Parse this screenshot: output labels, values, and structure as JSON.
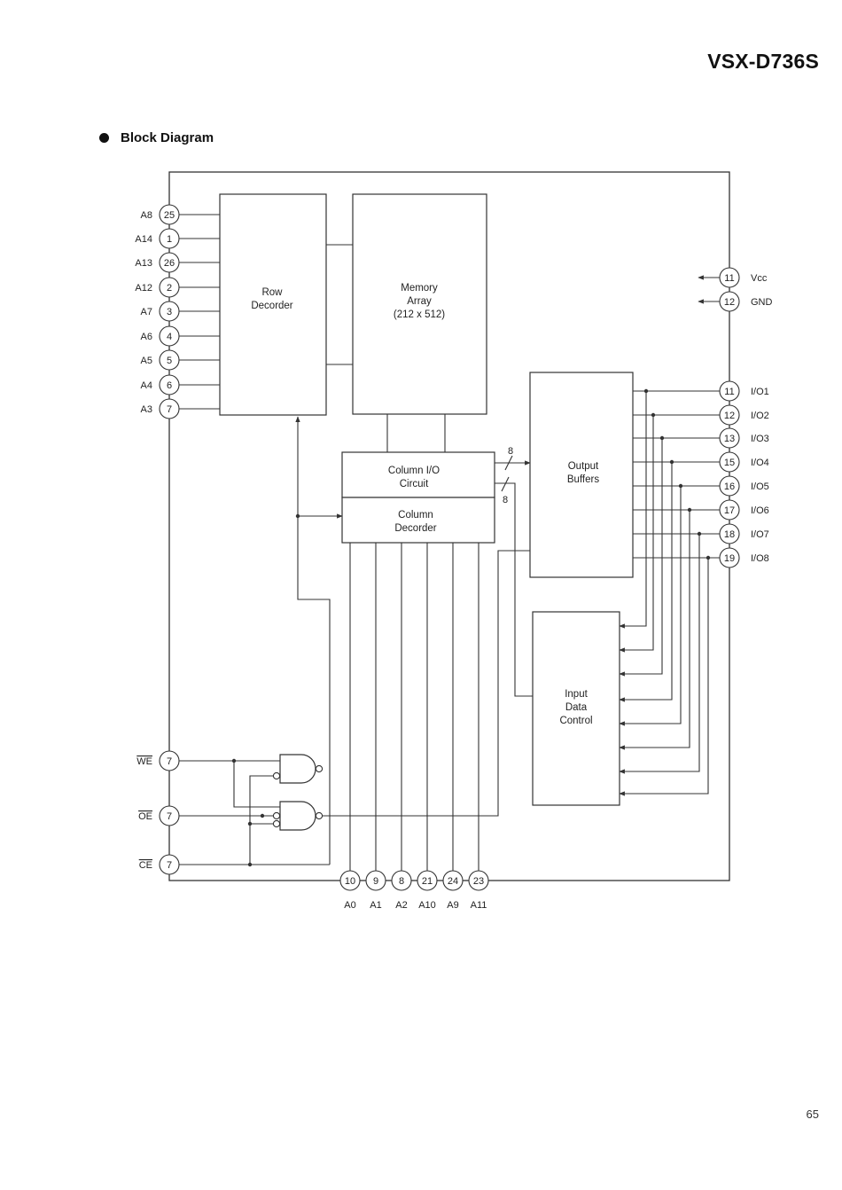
{
  "header": {
    "model": "VSX-D736S"
  },
  "section_title": "Block Diagram",
  "page_number": "65",
  "blocks": {
    "row_decoder": [
      "Row",
      "Decorder"
    ],
    "memory_array": [
      "Memory",
      "Array",
      "(212 x 512)"
    ],
    "column_io": [
      "Column I/O",
      "Circuit"
    ],
    "column_decoder": [
      "Column",
      "Decorder"
    ],
    "output_buffers": [
      "Output",
      "Buffers"
    ],
    "input_data_control": [
      "Input",
      "Data",
      "Control"
    ]
  },
  "bus_widths": [
    "8",
    "8"
  ],
  "address_pins_left": [
    {
      "name": "A8",
      "pin": "25"
    },
    {
      "name": "A14",
      "pin": "1"
    },
    {
      "name": "A13",
      "pin": "26"
    },
    {
      "name": "A12",
      "pin": "2"
    },
    {
      "name": "A7",
      "pin": "3"
    },
    {
      "name": "A6",
      "pin": "4"
    },
    {
      "name": "A5",
      "pin": "5"
    },
    {
      "name": "A4",
      "pin": "6"
    },
    {
      "name": "A3",
      "pin": "7"
    }
  ],
  "control_pins": [
    {
      "name": "WE",
      "pin": "7",
      "overbar": true
    },
    {
      "name": "OE",
      "pin": "7",
      "overbar": true
    },
    {
      "name": "CE",
      "pin": "7",
      "overbar": true
    }
  ],
  "power_pins": [
    {
      "name": "Vcc",
      "pin": "11"
    },
    {
      "name": "GND",
      "pin": "12"
    }
  ],
  "io_pins": [
    {
      "name": "I/O1",
      "pin": "11"
    },
    {
      "name": "I/O2",
      "pin": "12"
    },
    {
      "name": "I/O3",
      "pin": "13"
    },
    {
      "name": "I/O4",
      "pin": "15"
    },
    {
      "name": "I/O5",
      "pin": "16"
    },
    {
      "name": "I/O6",
      "pin": "17"
    },
    {
      "name": "I/O7",
      "pin": "18"
    },
    {
      "name": "I/O8",
      "pin": "19"
    }
  ],
  "address_pins_bottom": [
    {
      "name": "A0",
      "pin": "10"
    },
    {
      "name": "A1",
      "pin": "9"
    },
    {
      "name": "A2",
      "pin": "8"
    },
    {
      "name": "A10",
      "pin": "21"
    },
    {
      "name": "A9",
      "pin": "24"
    },
    {
      "name": "A11",
      "pin": "23"
    }
  ],
  "colors": {
    "line": "#333333",
    "text": "#222222",
    "background": "#ffffff"
  }
}
